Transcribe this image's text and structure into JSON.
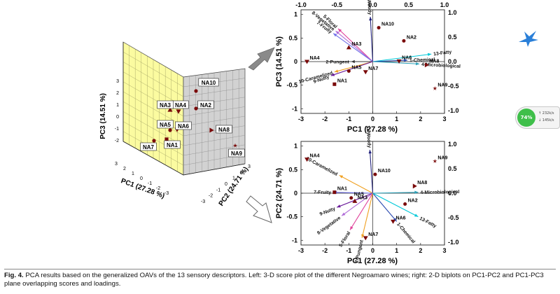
{
  "caption": {
    "label": "Fig. 4.",
    "text": "PCA results based on the generalized OAVs of the 13 sensory descriptors. Left: 3-D score plot of the different Negroamaro wines; right: 2-D biplots on PC1-PC2 and PC1-PC3 plane overlapping scores and loadings."
  },
  "widgets": {
    "network_percent": "74%",
    "network_up": "232k/s",
    "network_down": "145k/s"
  },
  "chart_data": [
    {
      "type": "scatter",
      "id": "score-3d",
      "xlabel": "PC1 (27.28 %)",
      "ylabel": "PC2 (24.71 %)",
      "zlabel": "PC3 (14.51 %)",
      "ticks": {
        "pc1": [
          "3",
          "2",
          "1",
          "0",
          "-1",
          "-2",
          "-3"
        ],
        "pc2": [
          "3",
          "2",
          "1",
          "0",
          "-1",
          "-2",
          "-3"
        ],
        "pc3": [
          "3",
          "2",
          "1",
          "0",
          "-1",
          "-2"
        ]
      },
      "points": [
        {
          "name": "NA10",
          "marker": "circle"
        },
        {
          "name": "NA4",
          "marker": "triangle-down"
        },
        {
          "name": "NA3",
          "marker": "triangle-up"
        },
        {
          "name": "NA2",
          "marker": "circle"
        },
        {
          "name": "NA5",
          "marker": "circle"
        },
        {
          "name": "NA6",
          "marker": "triangle-down"
        },
        {
          "name": "NA8",
          "marker": "triangle-right"
        },
        {
          "name": "NA7",
          "marker": "circle"
        },
        {
          "name": "NA1",
          "marker": "square"
        },
        {
          "name": "NA9",
          "marker": "star"
        }
      ]
    },
    {
      "type": "scatter",
      "id": "biplot-pc1-pc3",
      "xlabel": "PC1 (27.28 %)",
      "ylabel": "PC3 (14.51 %)",
      "xlim": [
        -3,
        3
      ],
      "ylim": [
        -1.1,
        1.1
      ],
      "x_ticks": [
        -3,
        -2,
        -1,
        0,
        1,
        2,
        3
      ],
      "y_ticks": [
        -1,
        -0.5,
        0,
        0.5,
        1
      ],
      "top_ticks": [
        "-1.0",
        "-0.5",
        "0.0",
        "0.5",
        "1.0"
      ],
      "right_ticks": [
        "1.0",
        "0.5",
        "0.0",
        "-0.5",
        "-1.0"
      ],
      "scores": [
        {
          "name": "NA10",
          "x": 0.25,
          "y": 0.72,
          "marker": "circle"
        },
        {
          "name": "NA2",
          "x": 1.3,
          "y": 0.44,
          "marker": "circle"
        },
        {
          "name": "NA3",
          "x": -1.0,
          "y": 0.3,
          "marker": "triangle-up"
        },
        {
          "name": "NA4",
          "x": -2.75,
          "y": 0.0,
          "marker": "triangle-down"
        },
        {
          "name": "NA6",
          "x": 1.1,
          "y": 0.01,
          "marker": "triangle-down"
        },
        {
          "name": "NA8",
          "x": 2.25,
          "y": -0.07,
          "marker": "triangle-right"
        },
        {
          "name": "NA5",
          "x": -1.0,
          "y": -0.2,
          "marker": "circle"
        },
        {
          "name": "NA7",
          "x": -0.3,
          "y": -0.22,
          "marker": "triangle-down"
        },
        {
          "name": "NA1",
          "x": -1.6,
          "y": -0.48,
          "marker": "square"
        },
        {
          "name": "NA9",
          "x": 2.6,
          "y": -0.57,
          "marker": "star"
        }
      ],
      "loadings": [
        {
          "name": "11-Woody",
          "x": -0.1,
          "y": 0.95,
          "color": "#1f1f7a"
        },
        {
          "name": "5-Floral",
          "x": -1.45,
          "y": 0.7,
          "color": "#e0409a"
        },
        {
          "name": "8-Vegetative",
          "x": -1.55,
          "y": 0.65,
          "color": "#b06cd8"
        },
        {
          "name": "7-Fruity",
          "x": -1.65,
          "y": 0.6,
          "color": "#7070e8"
        },
        {
          "name": "2-Pungent",
          "x": -0.9,
          "y": 0.0,
          "color": "#333333"
        },
        {
          "name": "10-Caramelized",
          "x": -1.6,
          "y": -0.22,
          "color": "#f0a020"
        },
        {
          "name": "9-Nutty",
          "x": -1.75,
          "y": -0.3,
          "color": "#6a1a9a"
        },
        {
          "name": "13-Fatty",
          "x": 2.45,
          "y": 0.16,
          "color": "#00c8d8"
        },
        {
          "name": "1-Chemical",
          "x": 1.45,
          "y": 0.03,
          "color": "#2a4ab0"
        },
        {
          "name": "4-Microbiological",
          "x": 1.95,
          "y": -0.05,
          "color": "#2aa0b8"
        }
      ]
    },
    {
      "type": "scatter",
      "id": "biplot-pc1-pc2",
      "xlabel": "PC1 (27.28 %)",
      "ylabel": "PC2 (24.71 %)",
      "xlim": [
        -3,
        3
      ],
      "ylim": [
        -1.1,
        1.1
      ],
      "x_ticks": [
        -3,
        -2,
        -1,
        0,
        1,
        2,
        3
      ],
      "y_ticks": [
        -1,
        -0.5,
        0,
        0.5,
        1
      ],
      "right_ticks": [
        "1.0",
        "0.5",
        "0.0",
        "-0.5",
        "-1.0"
      ],
      "scores": [
        {
          "name": "NA4",
          "x": -2.75,
          "y": 0.72,
          "marker": "triangle-down"
        },
        {
          "name": "NA9",
          "x": 2.6,
          "y": 0.68,
          "marker": "star"
        },
        {
          "name": "NA10",
          "x": 0.1,
          "y": 0.4,
          "marker": "circle"
        },
        {
          "name": "NA8",
          "x": 1.75,
          "y": 0.15,
          "marker": "triangle-right"
        },
        {
          "name": "NA1",
          "x": -1.6,
          "y": 0.02,
          "marker": "square"
        },
        {
          "name": "NA5",
          "x": -0.9,
          "y": -0.1,
          "marker": "circle"
        },
        {
          "name": "NA3",
          "x": -0.75,
          "y": -0.17,
          "marker": "triangle-up"
        },
        {
          "name": "NA2",
          "x": 1.35,
          "y": -0.23,
          "marker": "circle"
        },
        {
          "name": "NA6",
          "x": 0.85,
          "y": -0.6,
          "marker": "triangle-down"
        },
        {
          "name": "NA7",
          "x": -0.3,
          "y": -0.95,
          "marker": "triangle-down"
        }
      ],
      "loadings": [
        {
          "name": "11-Woody",
          "x": -0.12,
          "y": 0.92,
          "color": "#1f1f7a"
        },
        {
          "name": "10-Caramelized",
          "x": -1.4,
          "y": 0.38,
          "color": "#f0a020"
        },
        {
          "name": "7-Fruity",
          "x": -1.65,
          "y": 0.02,
          "color": "#7070e8"
        },
        {
          "name": "9-Nutty",
          "x": -1.5,
          "y": -0.3,
          "color": "#6a1a9a"
        },
        {
          "name": "8-Vegetative",
          "x": -1.3,
          "y": -0.48,
          "color": "#b06cd8"
        },
        {
          "name": "5-Floral",
          "x": -0.95,
          "y": -0.78,
          "color": "#e0409a"
        },
        {
          "name": "2-Pungent",
          "x": -0.45,
          "y": -0.95,
          "color": "#f0a020"
        },
        {
          "name": "1-Chemical",
          "x": 1.0,
          "y": -0.6,
          "color": "#2a4ab0"
        },
        {
          "name": "13-Fatty",
          "x": 1.9,
          "y": -0.5,
          "color": "#00c8d8"
        },
        {
          "name": "4-Microbiological",
          "x": 1.9,
          "y": 0.02,
          "color": "#2aa0b8"
        }
      ]
    }
  ]
}
